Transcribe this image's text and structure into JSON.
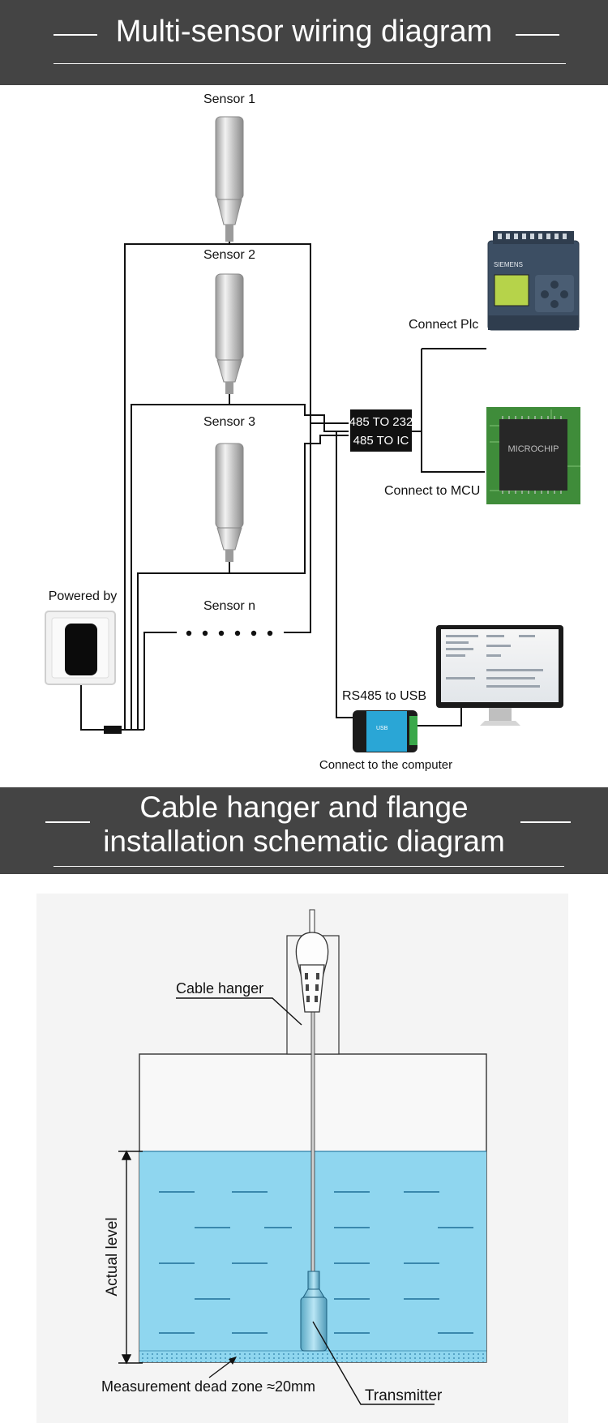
{
  "header1": {
    "title": "Multi-sensor wiring diagram"
  },
  "wiring": {
    "sensors": [
      "Sensor 1",
      "Sensor 2",
      "Sensor 3",
      "Sensor n"
    ],
    "power_label": "Powered by",
    "converter": {
      "line1": "485 TO 232",
      "line2": "485 TO IC"
    },
    "plc_label": "Connect Plc",
    "plc_brand": "SIEMENS",
    "mcu_label": "Connect to MCU",
    "mcu_chip_text": "MICROCHIP",
    "usb_label": "RS485 to USB",
    "computer_label": "Connect to the computer",
    "usb_box_text": "USB"
  },
  "header2": {
    "line1": "Cable hanger and flange",
    "line2": "installation schematic diagram"
  },
  "install": {
    "cable_hanger": "Cable hanger",
    "actual_level": "Actual level",
    "dead_zone": "Measurement dead zone ≈20mm",
    "transmitter": "Transmitter"
  },
  "colors": {
    "band": "#444444",
    "water": "#8fd6ef",
    "wire": "#111111"
  }
}
